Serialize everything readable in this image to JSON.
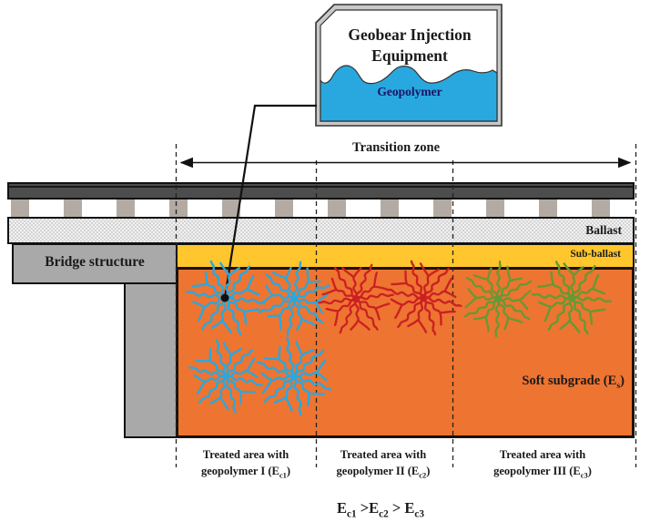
{
  "tank": {
    "title_line1": "Geobear Injection",
    "title_line2": "Equipment",
    "liquid_label": "Geopolymer"
  },
  "transition": {
    "label": "Transition zone"
  },
  "layers": {
    "ballast_label": "Ballast",
    "subballast_label": "Sub-ballast",
    "bridge_label": "Bridge structure",
    "subgrade_prefix": "Soft subgrade (E",
    "subgrade_sub": "s",
    "subgrade_suffix": ")"
  },
  "zones": [
    {
      "line1": "Treated area with",
      "line2_prefix": "geopolymer I (E",
      "line2_sub": "c1",
      "line2_suffix": ")"
    },
    {
      "line1": "Treated area with",
      "line2_prefix": "geopolymer II (E",
      "line2_sub": "c2",
      "line2_suffix": ")"
    },
    {
      "line1": "Treated area with",
      "line2_prefix": "geopolymer III (E",
      "line2_sub": "c3",
      "line2_suffix": ")"
    }
  ],
  "formula": {
    "p1": "E",
    "s1": "c1",
    "p2": " >E",
    "s2": "c2",
    "p3": " > E",
    "s3": "c3"
  },
  "colors": {
    "geopolymer_blue": "#29a8df",
    "geopolymer_red": "#cb2023",
    "geopolymer_green": "#669933",
    "subgrade_orange": "#ee7431",
    "subballast_yellow": "#ffc62d",
    "bridge_gray": "#a9a9a9",
    "rail_dark": "#4d4d4d"
  }
}
